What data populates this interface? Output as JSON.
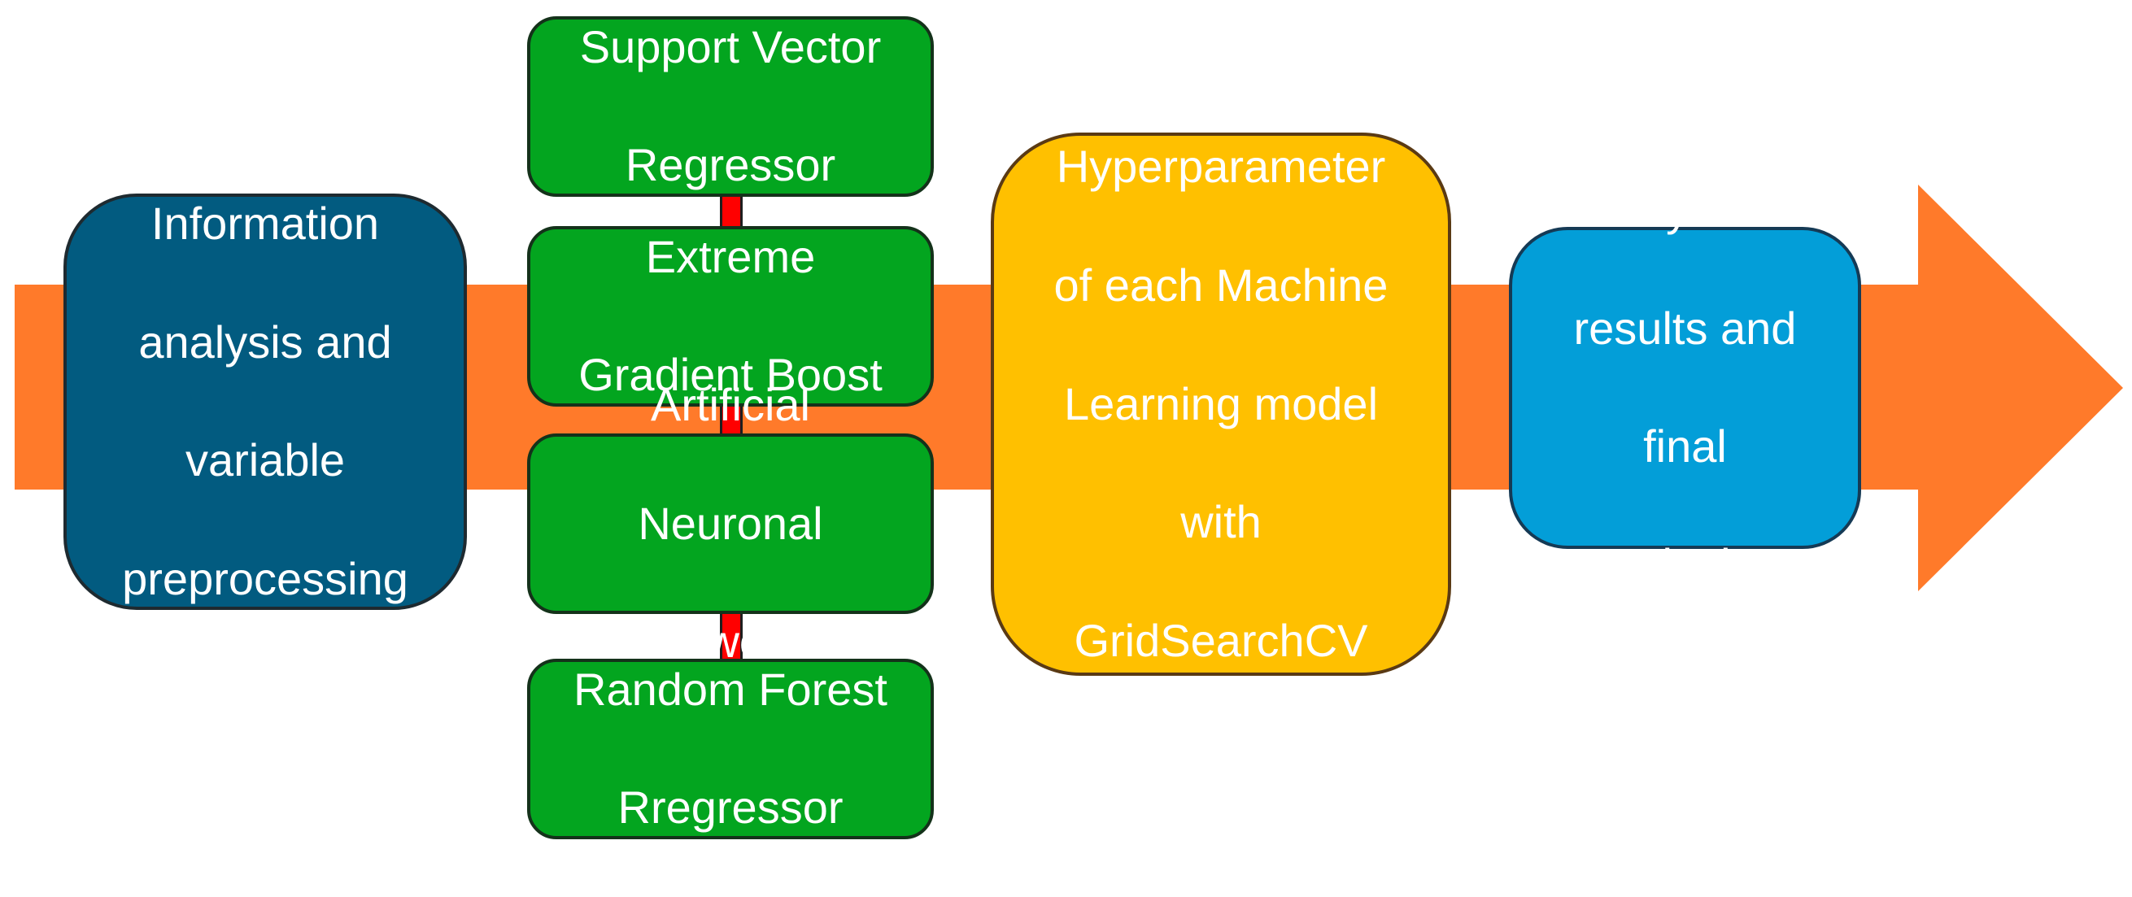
{
  "colors": {
    "arrow": "#ff7a2a",
    "preprocessing_box": "#025b80",
    "model_box": "#03a51f",
    "connector": "#ff0000",
    "hyperparameter_box": "#ffc000",
    "conclusions_box": "#039ed8"
  },
  "steps": {
    "preprocessing": {
      "lines": [
        "Information",
        "analysis and",
        "variable",
        "preprocessing"
      ]
    },
    "models": [
      {
        "lines": [
          "Support Vector",
          "Regressor"
        ]
      },
      {
        "lines": [
          "Extreme",
          "Gradient Boost"
        ]
      },
      {
        "lines": [
          "Artificial",
          "Neuronal",
          "Networks"
        ]
      },
      {
        "lines": [
          "Random Forest",
          "Rregressor"
        ]
      }
    ],
    "hyperparameter": {
      "lines": [
        "Hyperparameter",
        "of each Machine",
        "Learning model",
        "with",
        "GridSearchCV"
      ]
    },
    "conclusions": {
      "lines": [
        "Analysis of",
        "results and",
        "final",
        "conclusions"
      ]
    }
  }
}
